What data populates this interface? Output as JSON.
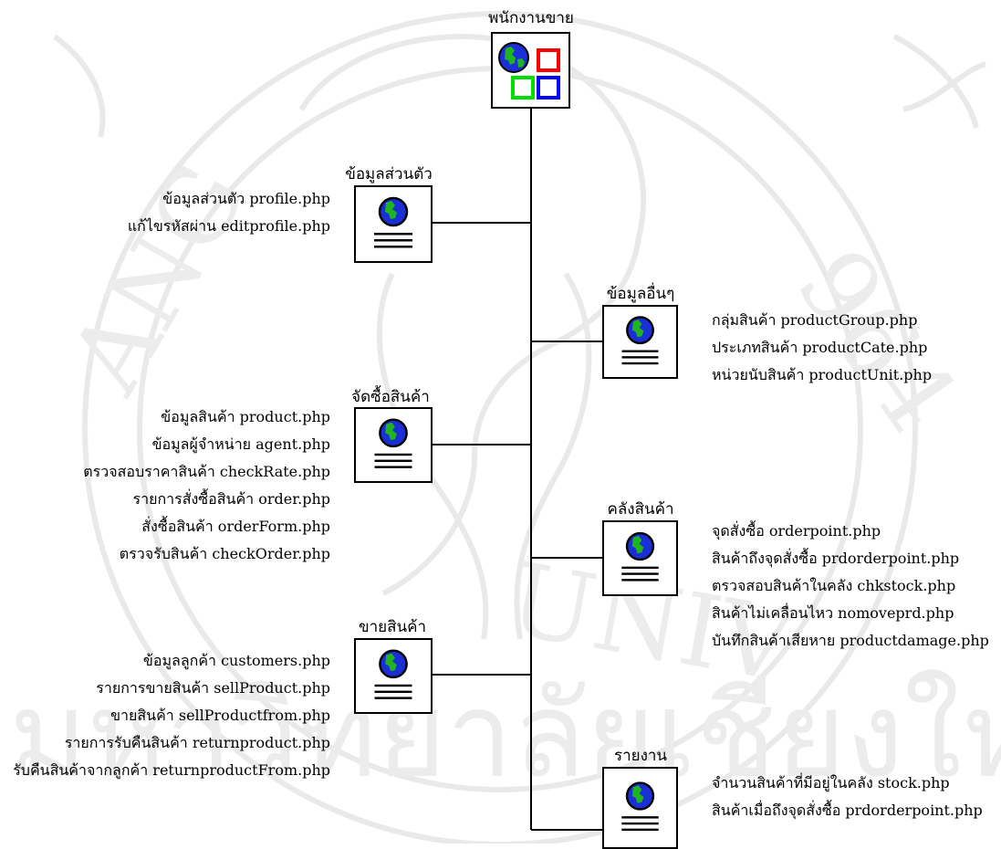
{
  "root": {
    "title": "พนักงานขาย"
  },
  "modules": {
    "personal": {
      "title": "ข้อมูลส่วนตัว",
      "items": [
        "ข้อมูลส่วนตัว profile.php",
        "แก้ไขรหัสผ่าน editprofile.php"
      ]
    },
    "other": {
      "title": "ข้อมูลอื่นๆ",
      "items": [
        "กลุ่มสินค้า productGroup.php",
        "ประเภทสินค้า productCate.php",
        "หน่วยนับสินค้า productUnit.php"
      ]
    },
    "purchase": {
      "title": "จัดซื้อสินค้า",
      "items": [
        "ข้อมูลสินค้า product.php",
        "ข้อมูลผู้จำหน่าย agent.php",
        "ตรวจสอบราคาสินค้า checkRate.php",
        "รายการสั่งซื้อสินค้า order.php",
        "สั่งซื้อสินค้า orderForm.php",
        "ตรวจรับสินค้า checkOrder.php"
      ]
    },
    "warehouse": {
      "title": "คลังสินค้า",
      "items": [
        "จุดสั่งซื้อ orderpoint.php",
        "สินค้าถึงจุดสั่งซื้อ prdorderpoint.php",
        "ตรวจสอบสินค้าในคลัง chkstock.php",
        "สินค้าไม่เคลื่อนไหว nomoveprd.php",
        "บันทึกสินค้าเสียหาย productdamage.php"
      ]
    },
    "sales": {
      "title": "ขายสินค้า",
      "items": [
        "ข้อมูลลูกค้า customers.php",
        "รายการขายสินค้า sellProduct.php",
        "ขายสินค้า sellProductfrom.php",
        "รายการรับคืนสินค้า returnproduct.php",
        "รับคืนสินค้าจากลูกค้า returnproductFrom.php"
      ]
    },
    "report": {
      "title": "รายงาน",
      "items": [
        "จำนวนสินค้าที่มีอยู่ในคลัง stock.php",
        "สินค้าเมื่อถึงจุดสั่งซื้อ prdorderpoint.php"
      ]
    }
  },
  "colors": {
    "line": "#000000",
    "globe_blue": "#1b2fd6",
    "globe_green": "#1fb51f",
    "square_red": "#ff0000",
    "square_green": "#00dd00",
    "square_blue": "#0000ff",
    "watermark": "#e6e6e6"
  },
  "icons": {
    "root": "globe-with-squares-icon",
    "module": "web-page-document-icon"
  }
}
